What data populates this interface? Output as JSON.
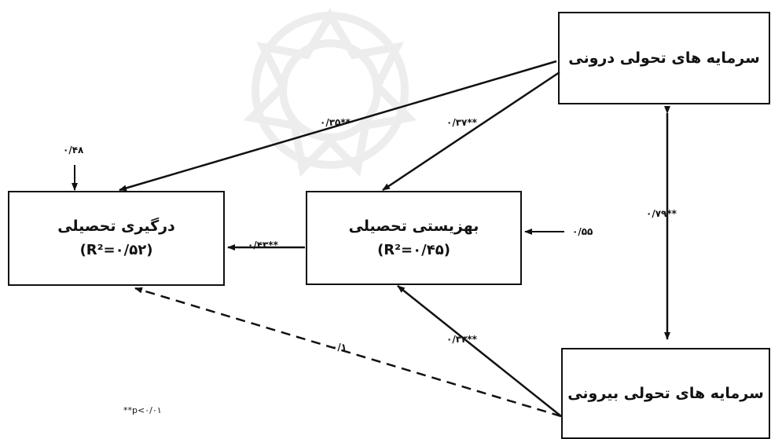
{
  "nodes": {
    "internal_capital": {
      "title": "سرمایه های تحولی درونی"
    },
    "external_capital": {
      "title": "سرمایه های تحولی بیرونی"
    },
    "wellbeing": {
      "title": "بهزیستی تحصیلی",
      "r2": "(R²=٠/۴۵)"
    },
    "engagement": {
      "title": "درگیری تحصیلی",
      "r2": "(R²=٠/۵۲)"
    }
  },
  "paths": {
    "internal_to_engagement": "٠/۳۵**",
    "internal_to_wellbeing": "٠/۳۷**",
    "internal_external_cov": "٠/۷۹**",
    "wellbeing_to_engagement": "٠/۴۳**",
    "external_to_wellbeing": "٠/۳۳**",
    "external_to_engagement": "٠/١"
  },
  "errors": {
    "engagement_error": "٠/۴۸",
    "wellbeing_error": "٠/۵۵"
  },
  "footnote": "**p<٠/٠١"
}
